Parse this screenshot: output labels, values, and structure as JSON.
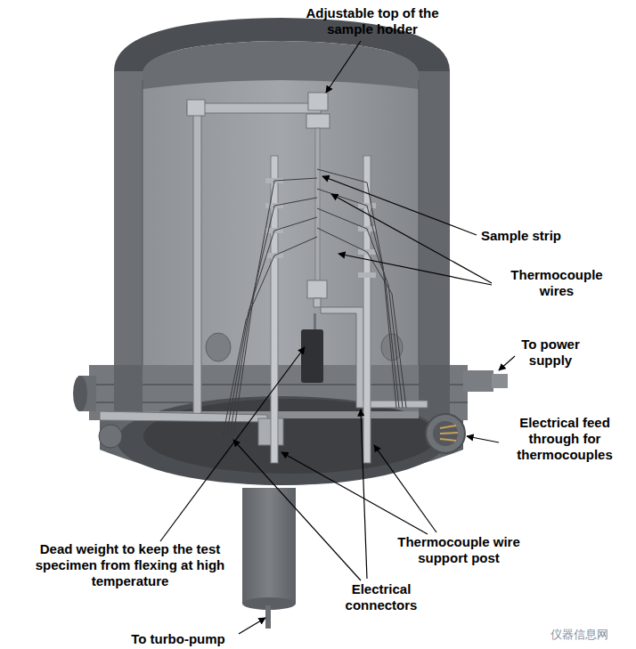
{
  "diagram": {
    "labels": [
      "Adjustable top of the sample holder",
      "Sample strip",
      "Thermocouple wires",
      "To power supply",
      "Electrical feed through for thermocouples",
      "Dead weight to keep the test specimen from flexing at high temperature",
      "Thermocouple wire support post",
      "Electrical connectors",
      "To turbo-pump",
      "仪器信息网"
    ]
  }
}
